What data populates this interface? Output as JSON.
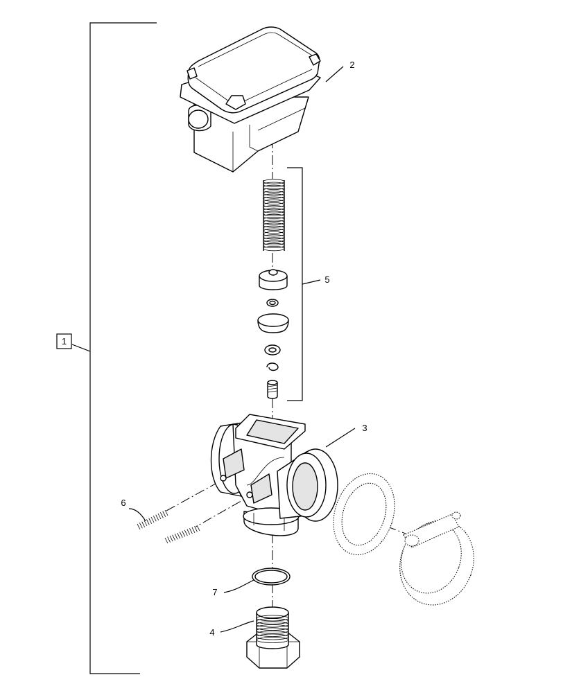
{
  "callouts": {
    "assembly": "1",
    "actuator": "2",
    "valve_body": "3",
    "plug": "4",
    "kit": "5",
    "u_bolt": "6",
    "o_ring": "7"
  }
}
